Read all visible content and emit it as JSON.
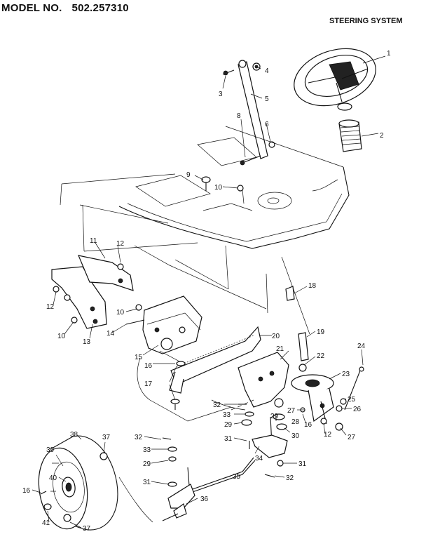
{
  "header": {
    "model_label": "MODEL NO.",
    "model_number": "502.257310",
    "system_title": "STEERING SYSTEM"
  },
  "callouts": [
    {
      "id": "c1",
      "text": "1"
    },
    {
      "id": "c2",
      "text": "2"
    },
    {
      "id": "c3",
      "text": "3"
    },
    {
      "id": "c4",
      "text": "4"
    },
    {
      "id": "c5",
      "text": "5"
    },
    {
      "id": "c6",
      "text": "6"
    },
    {
      "id": "c8",
      "text": "8"
    },
    {
      "id": "c9",
      "text": "9"
    },
    {
      "id": "c10a",
      "text": "10"
    },
    {
      "id": "c11",
      "text": "11"
    },
    {
      "id": "c12a",
      "text": "12"
    },
    {
      "id": "c12b",
      "text": "12"
    },
    {
      "id": "c10b",
      "text": "10"
    },
    {
      "id": "c10c",
      "text": "10"
    },
    {
      "id": "c13",
      "text": "13"
    },
    {
      "id": "c14",
      "text": "14"
    },
    {
      "id": "c15",
      "text": "15"
    },
    {
      "id": "c16a",
      "text": "16"
    },
    {
      "id": "c17",
      "text": "17"
    },
    {
      "id": "c18",
      "text": "18"
    },
    {
      "id": "c19",
      "text": "19"
    },
    {
      "id": "c20",
      "text": "20"
    },
    {
      "id": "c21",
      "text": "21"
    },
    {
      "id": "c22",
      "text": "22"
    },
    {
      "id": "c23",
      "text": "23"
    },
    {
      "id": "c24",
      "text": "24"
    },
    {
      "id": "c25",
      "text": "25"
    },
    {
      "id": "c26",
      "text": "26"
    },
    {
      "id": "c27a",
      "text": "27"
    },
    {
      "id": "c27b",
      "text": "27"
    },
    {
      "id": "c28",
      "text": "28"
    },
    {
      "id": "c16b",
      "text": "16"
    },
    {
      "id": "c12c",
      "text": "12"
    },
    {
      "id": "c32a",
      "text": "32"
    },
    {
      "id": "c33a",
      "text": "33"
    },
    {
      "id": "c29a",
      "text": "29"
    },
    {
      "id": "c31a",
      "text": "31"
    },
    {
      "id": "c29b",
      "text": "29"
    },
    {
      "id": "c30",
      "text": "30"
    },
    {
      "id": "c34",
      "text": "34"
    },
    {
      "id": "c31b",
      "text": "31"
    },
    {
      "id": "c32b",
      "text": "32"
    },
    {
      "id": "c38",
      "text": "38"
    },
    {
      "id": "c37a",
      "text": "37"
    },
    {
      "id": "c32c",
      "text": "32"
    },
    {
      "id": "c33b",
      "text": "33"
    },
    {
      "id": "c29c",
      "text": "29"
    },
    {
      "id": "c39",
      "text": "39"
    },
    {
      "id": "c40",
      "text": "40"
    },
    {
      "id": "c16c",
      "text": "16"
    },
    {
      "id": "c31c",
      "text": "31"
    },
    {
      "id": "c35",
      "text": "35"
    },
    {
      "id": "c36",
      "text": "36"
    },
    {
      "id": "c41",
      "text": "41"
    },
    {
      "id": "c37b",
      "text": "37"
    }
  ]
}
